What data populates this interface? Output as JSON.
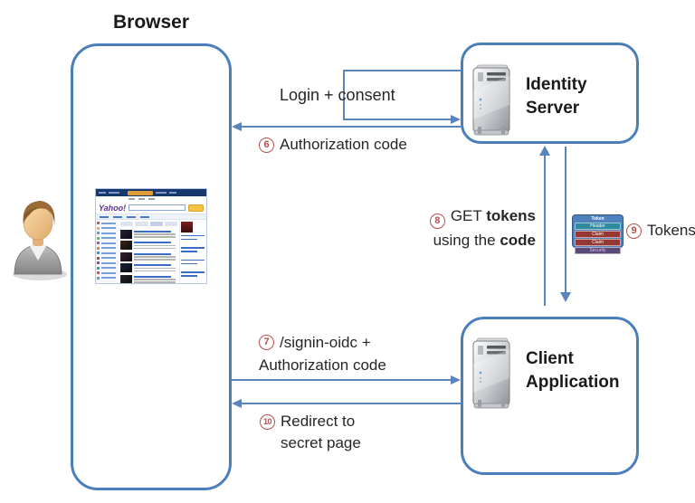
{
  "nodes": {
    "browser": {
      "title": "Browser"
    },
    "identity_server": {
      "line1": "Identity",
      "line2": "Server"
    },
    "client_application": {
      "line1": "Client",
      "line2": "Application"
    }
  },
  "flows": {
    "login_consent": {
      "label": "Login + consent"
    },
    "auth_code": {
      "num": "6",
      "label": "Authorization code"
    },
    "get_tokens": {
      "num": "8",
      "pre": "GET ",
      "bold1": "tokens",
      "line2_pre": "using the ",
      "bold2": "code"
    },
    "tokens": {
      "num": "9",
      "label": "Tokens"
    },
    "signin_oidc": {
      "num": "7",
      "line1": "/signin-oidc +",
      "line2": "Authorization code"
    },
    "redirect": {
      "num": "10",
      "line1": "Redirect to",
      "line2": "secret page"
    }
  },
  "token_card": {
    "title": "Token",
    "rows": [
      "Header",
      "Claim",
      "Claim",
      "Security"
    ]
  },
  "browser_page": {
    "logo": "Yahoo!"
  },
  "colors": {
    "box_blue": "#4A7EBC",
    "arrow_blue": "#5B84BD",
    "number_red": "#B5504C",
    "token_blue": "#4F81BD",
    "token_teal": "#2E8B9E",
    "token_red": "#953735",
    "token_purple": "#5B4A78",
    "yahoo_purple": "#5C2D91",
    "yahoo_yellow": "#F6C445"
  }
}
